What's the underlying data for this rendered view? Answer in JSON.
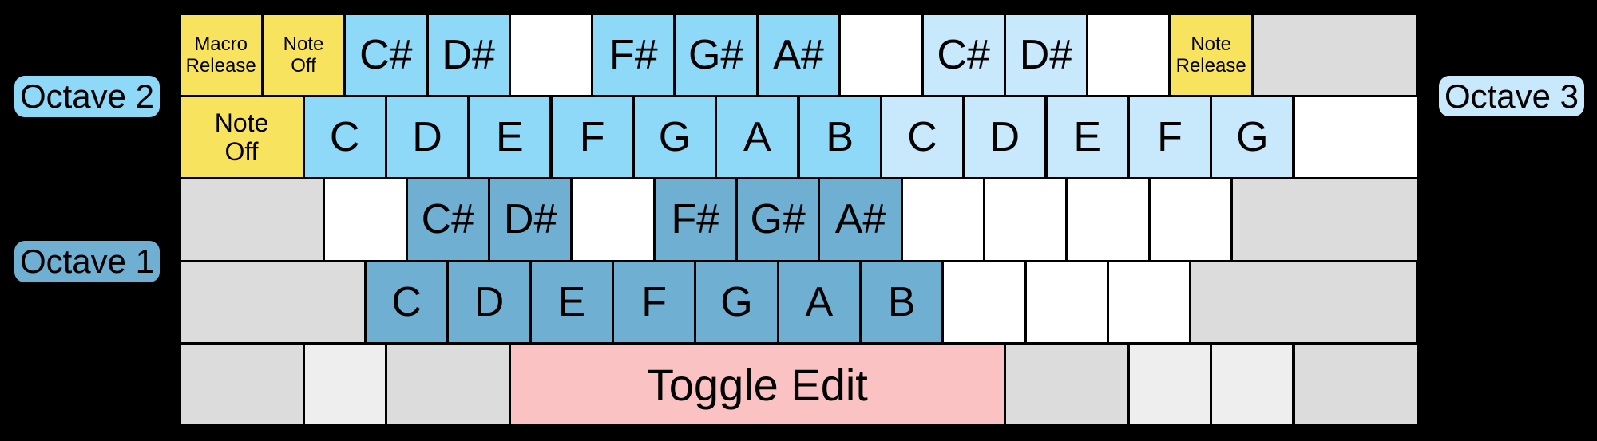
{
  "badges": {
    "octave2": {
      "label": "Octave 2",
      "color": "#8ED9F8"
    },
    "octave1": {
      "label": "Octave 1",
      "color": "#6FAFD1"
    },
    "octave3": {
      "label": "Octave 3",
      "color": "#C8E9FB"
    }
  },
  "colors": {
    "background": "#000000",
    "key_line": "#000000",
    "yellow": "#F7E35D",
    "octave2": "#8ED9F8",
    "octave3": "#C8E9FB",
    "octave1": "#6FAFD1",
    "gray": "#DCDCDC",
    "lightgray": "#EEEEEE",
    "pink": "#FBC2C4",
    "white": "#FFFFFF"
  },
  "keyboard": {
    "rows": [
      {
        "keys": [
          {
            "id": "backquote",
            "u": 1,
            "color": "yellow",
            "size": "small",
            "lines": [
              "Macro",
              "Release"
            ]
          },
          {
            "id": "1",
            "u": 1,
            "color": "yellow",
            "size": "small",
            "lines": [
              "Note",
              "Off"
            ]
          },
          {
            "id": "2",
            "u": 1,
            "color": "octave2",
            "label": "C#"
          },
          {
            "id": "3",
            "u": 1,
            "color": "octave2",
            "label": "D#"
          },
          {
            "id": "4",
            "u": 1,
            "color": "white"
          },
          {
            "id": "5",
            "u": 1,
            "color": "octave2",
            "label": "F#"
          },
          {
            "id": "6",
            "u": 1,
            "color": "octave2",
            "label": "G#"
          },
          {
            "id": "7",
            "u": 1,
            "color": "octave2",
            "label": "A#"
          },
          {
            "id": "8",
            "u": 1,
            "color": "white"
          },
          {
            "id": "9",
            "u": 1,
            "color": "octave3",
            "label": "C#"
          },
          {
            "id": "0",
            "u": 1,
            "color": "octave3",
            "label": "D#"
          },
          {
            "id": "minus",
            "u": 1,
            "color": "white"
          },
          {
            "id": "equals",
            "u": 1,
            "color": "yellow",
            "size": "small",
            "lines": [
              "Note",
              "Release"
            ]
          },
          {
            "id": "backspace",
            "u": 2,
            "color": "gray"
          }
        ]
      },
      {
        "keys": [
          {
            "id": "tab",
            "u": 1.5,
            "color": "yellow",
            "size": "tab",
            "lines": [
              "Note",
              "Off"
            ]
          },
          {
            "id": "q",
            "u": 1,
            "color": "octave2",
            "label": "C"
          },
          {
            "id": "w",
            "u": 1,
            "color": "octave2",
            "label": "D"
          },
          {
            "id": "e",
            "u": 1,
            "color": "octave2",
            "label": "E"
          },
          {
            "id": "r",
            "u": 1,
            "color": "octave2",
            "label": "F"
          },
          {
            "id": "t",
            "u": 1,
            "color": "octave2",
            "label": "G"
          },
          {
            "id": "y",
            "u": 1,
            "color": "octave2",
            "label": "A"
          },
          {
            "id": "u",
            "u": 1,
            "color": "octave2",
            "label": "B"
          },
          {
            "id": "i",
            "u": 1,
            "color": "octave3",
            "label": "C"
          },
          {
            "id": "o",
            "u": 1,
            "color": "octave3",
            "label": "D"
          },
          {
            "id": "p",
            "u": 1,
            "color": "octave3",
            "label": "E"
          },
          {
            "id": "bracketleft",
            "u": 1,
            "color": "octave3",
            "label": "F"
          },
          {
            "id": "bracketright",
            "u": 1,
            "color": "octave3",
            "label": "G"
          },
          {
            "id": "backslash",
            "u": 1.5,
            "color": "white"
          }
        ]
      },
      {
        "keys": [
          {
            "id": "capslock",
            "u": 1.75,
            "color": "gray"
          },
          {
            "id": "a",
            "u": 1,
            "color": "white"
          },
          {
            "id": "s",
            "u": 1,
            "color": "octave1",
            "label": "C#"
          },
          {
            "id": "d",
            "u": 1,
            "color": "octave1",
            "label": "D#"
          },
          {
            "id": "f",
            "u": 1,
            "color": "white"
          },
          {
            "id": "g",
            "u": 1,
            "color": "octave1",
            "label": "F#"
          },
          {
            "id": "h",
            "u": 1,
            "color": "octave1",
            "label": "G#"
          },
          {
            "id": "j",
            "u": 1,
            "color": "octave1",
            "label": "A#"
          },
          {
            "id": "k",
            "u": 1,
            "color": "white"
          },
          {
            "id": "l",
            "u": 1,
            "color": "white"
          },
          {
            "id": "semicolon",
            "u": 1,
            "color": "white"
          },
          {
            "id": "quote",
            "u": 1,
            "color": "white"
          },
          {
            "id": "enter",
            "u": 2.25,
            "color": "gray"
          }
        ]
      },
      {
        "keys": [
          {
            "id": "lshift",
            "u": 2.25,
            "color": "gray"
          },
          {
            "id": "z",
            "u": 1,
            "color": "octave1",
            "label": "C"
          },
          {
            "id": "x",
            "u": 1,
            "color": "octave1",
            "label": "D"
          },
          {
            "id": "c",
            "u": 1,
            "color": "octave1",
            "label": "E"
          },
          {
            "id": "v",
            "u": 1,
            "color": "octave1",
            "label": "F"
          },
          {
            "id": "b",
            "u": 1,
            "color": "octave1",
            "label": "G"
          },
          {
            "id": "n",
            "u": 1,
            "color": "octave1",
            "label": "A"
          },
          {
            "id": "m",
            "u": 1,
            "color": "octave1",
            "label": "B"
          },
          {
            "id": "comma",
            "u": 1,
            "color": "white"
          },
          {
            "id": "period",
            "u": 1,
            "color": "white"
          },
          {
            "id": "slash",
            "u": 1,
            "color": "white"
          },
          {
            "id": "rshift",
            "u": 2.75,
            "color": "gray"
          }
        ]
      },
      {
        "keys": [
          {
            "id": "lctrl",
            "u": 1.5,
            "color": "gray"
          },
          {
            "id": "lwin",
            "u": 1,
            "color": "lightgray"
          },
          {
            "id": "lalt",
            "u": 1.5,
            "color": "gray"
          },
          {
            "id": "space",
            "u": 6,
            "color": "pink",
            "size": "space",
            "label": "Toggle Edit"
          },
          {
            "id": "ralt",
            "u": 1.5,
            "color": "gray"
          },
          {
            "id": "rwin",
            "u": 1,
            "color": "lightgray"
          },
          {
            "id": "menu",
            "u": 1,
            "color": "lightgray"
          },
          {
            "id": "rctrl",
            "u": 1.5,
            "color": "gray"
          }
        ]
      }
    ]
  }
}
